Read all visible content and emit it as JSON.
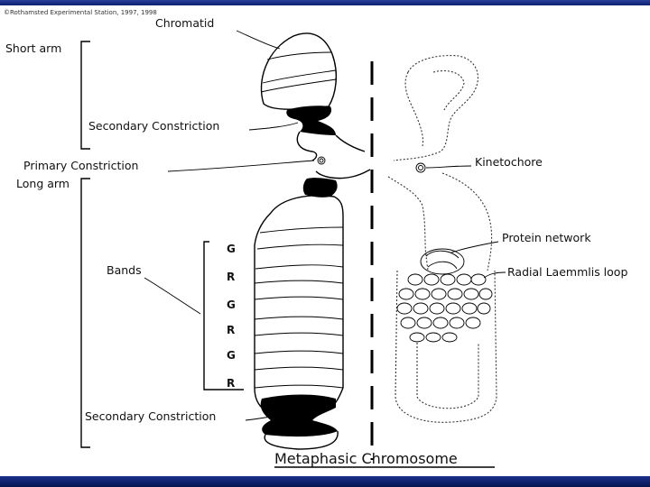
{
  "copyright": "©Rothamsted Experimental Station, 1997, 1998",
  "labels": {
    "chromatid": "Chromatid",
    "short_arm": "Short arm",
    "secondary_constriction_top": "Secondary Constriction",
    "primary_constriction": "Primary Constriction",
    "long_arm": "Long arm",
    "bands": "Bands",
    "secondary_constriction_bottom": "Secondary Constriction",
    "kinetochore": "Kinetochore",
    "protein_network": "Protein network",
    "radial_loop": "Radial Laemmlis loop"
  },
  "band_letters": [
    "G",
    "R",
    "G",
    "R",
    "G",
    "R"
  ],
  "title": "Metaphasic Chromosome",
  "colors": {
    "frame": "#0c1f6e",
    "slide": "#ffffff",
    "ink": "#000000"
  }
}
